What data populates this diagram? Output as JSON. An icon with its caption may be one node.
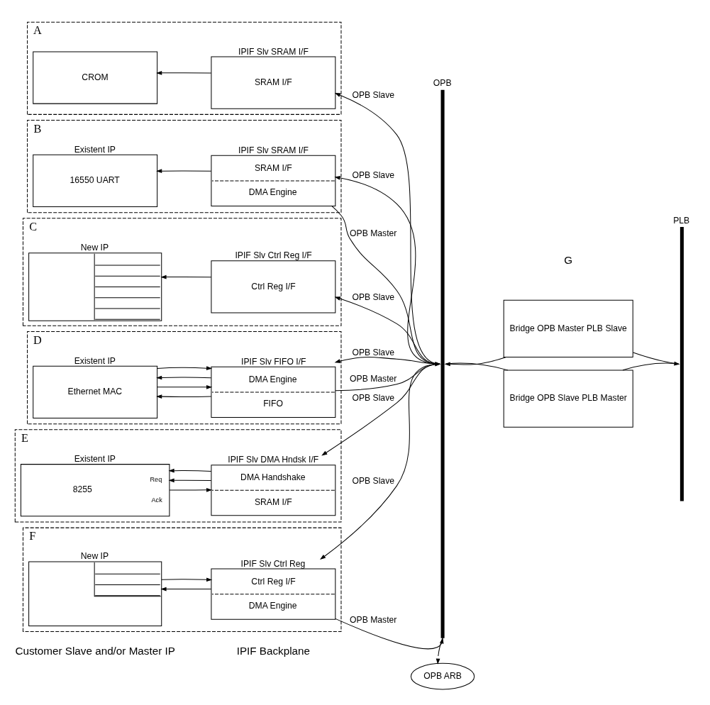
{
  "diagram": {
    "nodes": [
      {
        "text": [
          "OPB"
        ]
      },
      {
        "text": [
          "PLB"
        ]
      },
      {
        "text": [
          "OPB ARB"
        ]
      },
      {
        "text": [
          "A"
        ]
      },
      {
        "text": [
          "CROM"
        ],
        "in": 3
      },
      {
        "text": [
          "IPIF Slv SRAM I/F",
          "SRAM I/F"
        ],
        "in": 3
      },
      {
        "text": [
          "B"
        ]
      },
      {
        "text": [
          "Existent IP",
          "16550 UART"
        ],
        "in": 6
      },
      {
        "text": [
          "IPIF Slv SRAM I/F",
          "SRAM I/F",
          "DMA Engine"
        ],
        "in": 6
      },
      {
        "text": [
          "C"
        ]
      },
      {
        "text": [
          "New IP"
        ],
        "in": 9
      },
      {
        "text": [
          "IPIF Slv Ctrl Reg I/F",
          "Ctrl Reg I/F"
        ],
        "in": 9
      },
      {
        "text": [
          "D"
        ]
      },
      {
        "text": [
          "Existent IP",
          "Ethernet MAC"
        ],
        "in": 12
      },
      {
        "text": [
          "IPIF Slv FIFO I/F",
          "DMA Engine",
          "FIFO"
        ],
        "in": 12
      },
      {
        "text": [
          "E"
        ]
      },
      {
        "text": [
          "Existent IP",
          "8255",
          "Req",
          "Ack"
        ],
        "in": 15
      },
      {
        "text": [
          "IPIF Slv DMA Hndsk I/F",
          "DMA Handshake",
          "SRAM I/F"
        ],
        "in": 15
      },
      {
        "text": [
          "F"
        ]
      },
      {
        "text": [
          "New IP"
        ],
        "in": 18
      },
      {
        "text": [
          "IPIF Slv Ctrl Reg",
          "Ctrl Reg I/F",
          "DMA Engine"
        ],
        "in": 18
      },
      {
        "text": [
          "Bridge OPB Master PLB Slave"
        ]
      },
      {
        "text": [
          "Bridge OPB Slave PLB Master"
        ]
      }
    ],
    "edges": [
      {
        "from": 5,
        "to": 4,
        "arrow": "to"
      },
      {
        "from": 0,
        "to": 5,
        "arrow": "to",
        "label": "OPB Slave"
      },
      {
        "from": 8,
        "to": 7,
        "arrow": "to"
      },
      {
        "from": 0,
        "to": 8,
        "arrow": "to",
        "label": "OPB Slave"
      },
      {
        "from": 8,
        "to": 0,
        "arrow": "to",
        "label": "OPB Master"
      },
      {
        "from": 11,
        "to": 10,
        "arrow": "to"
      },
      {
        "from": 0,
        "to": 11,
        "arrow": "to",
        "label": "OPB Slave"
      },
      {
        "from": 14,
        "to": 13,
        "arrow": "to"
      },
      {
        "from": 13,
        "to": 14,
        "arrow": "to"
      },
      {
        "from": 14,
        "to": 13,
        "arrow": "to"
      },
      {
        "from": 13,
        "to": 14,
        "arrow": "to"
      },
      {
        "from": 0,
        "to": 14,
        "arrow": "to",
        "label": "OPB Slave"
      },
      {
        "from": 14,
        "to": 0,
        "arrow": "to",
        "label": "OPB Master"
      },
      {
        "from": 16,
        "to": 17,
        "arrow": "to"
      },
      {
        "from": 17,
        "to": 16,
        "arrow": "to"
      },
      {
        "from": 17,
        "to": 16,
        "arrow": "to"
      },
      {
        "from": 0,
        "to": 17,
        "arrow": "to",
        "label": "OPB Slave"
      },
      {
        "from": 20,
        "to": 19,
        "arrow": "to"
      },
      {
        "from": 19,
        "to": 20,
        "arrow": "to"
      },
      {
        "from": 0,
        "to": 20,
        "arrow": "to",
        "label": "OPB Slave"
      },
      {
        "from": 20,
        "to": 0,
        "arrow": "to",
        "label": "OPB Master"
      },
      {
        "from": 21,
        "to": 0,
        "arrow": "to"
      },
      {
        "from": 21,
        "to": 1,
        "arrow": "none"
      },
      {
        "from": 0,
        "to": 22,
        "arrow": "none"
      },
      {
        "from": 22,
        "to": 1,
        "arrow": "to"
      },
      {
        "from": 0,
        "to": 2,
        "arrow": "none"
      }
    ],
    "labels": [
      "Customer Slave and/or Master IP",
      "IPIF Backplane",
      "G"
    ]
  }
}
